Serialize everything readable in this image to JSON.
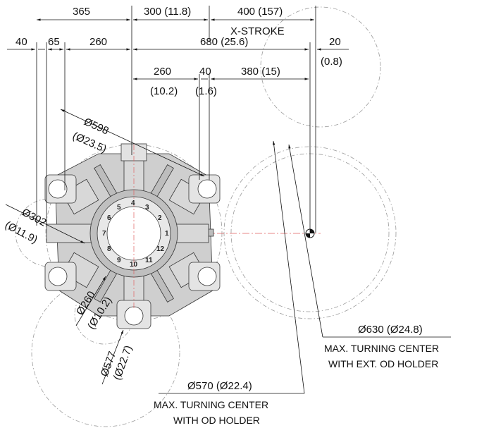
{
  "dims": {
    "d365": "365",
    "d300": "300 (11.8)",
    "d400": "400 (157)",
    "xstroke": "X-STROKE",
    "d40": "40",
    "d65": "65",
    "d260": "260",
    "d680": "680 (25.6)",
    "d20": "20",
    "d0_8": "(0.8)",
    "d260b": "260",
    "d10_2": "(10.2)",
    "d40b": "40",
    "d1_6": "(1.6)",
    "d380": "380 (15)",
    "dia598": "Ø598",
    "dia23_5": "(Ø23.5)",
    "dia302": "Ø302",
    "dia11_9": "(Ø11.9)",
    "dia260": "Ø260",
    "dia10_2": "(Ø10.2)",
    "dia577": "Ø577",
    "dia22_7": "(Ø22.7)",
    "dia630": "Ø630 (Ø24.8)",
    "dia570": "Ø570 (Ø22.4)"
  },
  "notes": {
    "ext_line1": "MAX. TURNING CENTER",
    "ext_line2": "WITH EXT. OD HOLDER",
    "od_line1": "MAX. TURNING CENTER",
    "od_line2": "WITH OD HOLDER"
  },
  "turret_numbers": [
    "1",
    "2",
    "3",
    "4",
    "5",
    "6",
    "7",
    "8",
    "9",
    "10",
    "11",
    "12"
  ]
}
